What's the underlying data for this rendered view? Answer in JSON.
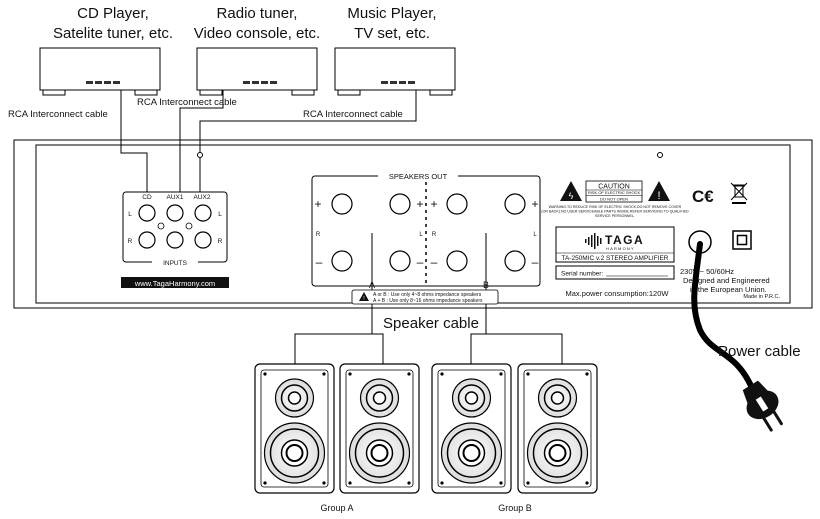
{
  "sources": [
    {
      "line1": "CD Player,",
      "line2": "Satelite tuner, etc."
    },
    {
      "line1": "Radio tuner,",
      "line2": "Video console, etc."
    },
    {
      "line1": "Music Player,",
      "line2": "TV set, etc."
    }
  ],
  "cables": {
    "rca_left": "RCA Interconnect cable",
    "rca_middle": "RCA Interconnect cable",
    "rca_right": "RCA Interconnect cable",
    "speaker": "Speaker cable",
    "power": "Power cable"
  },
  "inputs": {
    "label": "INPUTS",
    "cd": "CD",
    "aux1": "AUX1",
    "aux2": "AUX2",
    "l": "L",
    "r": "R",
    "website": "www.TagaHarmony.com"
  },
  "speakers_out": {
    "label": "SPEAKERS OUT",
    "plus": "+",
    "minus": "–",
    "r": "R",
    "l": "L",
    "a": "A",
    "b": "B",
    "warn1": "A or B : Use only 4~8 ohms impedance speakers",
    "warn2": "A + B : Use only 8~16 ohms impedance speakers"
  },
  "caution": {
    "title": "CAUTION",
    "sub1": "RISK OF ELECTRIC SHOCK",
    "sub2": "DO NOT OPEN",
    "text1": "WARNING:TO REDUCE RISK OF ELECTRIC SHOCK,DO NOT REMOVE COVER",
    "text2": "(OR BACK).NO USER SERVICEABLE PARTS INSIDE.REFER SERVICING TO QUALIFIED",
    "text3": "SERVICE PERSONNEL."
  },
  "brand": {
    "name": "TAGA",
    "sub": "HARMONY",
    "model": "TA-250MIC v.2 STEREO AMPLIFIER",
    "serial_label": "Serial number:",
    "max_power": "Max.power consumption:120W"
  },
  "marks": {
    "ce": "C€",
    "power_spec": "230V ~ 50/60Hz",
    "designed1": "Designed and Engineered",
    "designed2": "in the European Union.",
    "made_in": "Made in P.R.C."
  },
  "groups": {
    "a": "Group A",
    "b": "Group B"
  }
}
